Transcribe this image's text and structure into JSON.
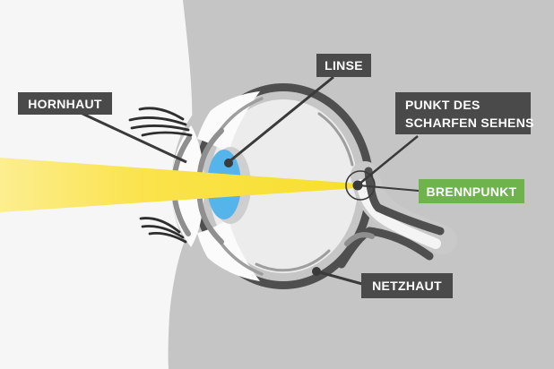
{
  "diagram": {
    "title": "eye-focus-diagram",
    "labels": {
      "hornhaut": "HORNHAUT",
      "linse": "LINSE",
      "punkt_line1": "PUNKT DES",
      "punkt_line2": "SCHARFEN SEHENS",
      "brennpunkt": "BRENNPUNKT",
      "netzhaut": "NETZHAUT"
    },
    "colors": {
      "label_dark_bg": "#4A4A4A",
      "label_green_bg": "#6FB34D",
      "label_text": "#FFFFFF",
      "background_light": "#F6F6F6",
      "background_face_gray": "#C5C5C5",
      "eye_outline_dark": "#4F4F4F",
      "eye_interior": "#ECECEC",
      "lens_blue": "#55B4E9",
      "beam_yellow_pale": "#FDEE90",
      "beam_yellow_strong": "#F7DF2D",
      "leader_line": "#3A3A3A"
    }
  }
}
